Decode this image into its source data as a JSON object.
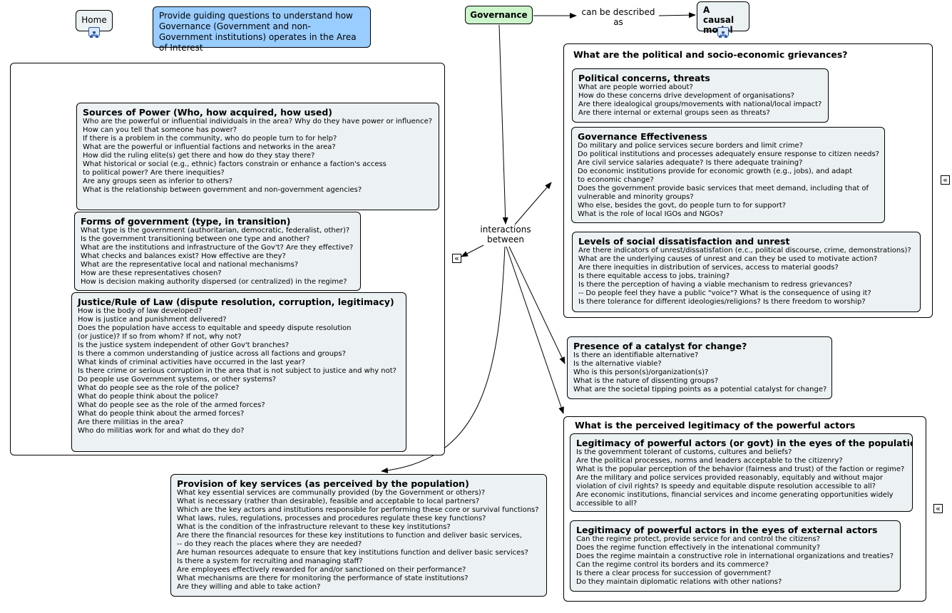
{
  "concepts": {
    "home": "Home",
    "intro": "Provide guiding questions to understand how Governance (Government and non-Government institutions) operates in the Area of Interest",
    "governance": "Governance",
    "causal_model": "A causal model"
  },
  "link_labels": {
    "described_as": "can be described as",
    "interactions_between": "interactions between"
  },
  "icons": {
    "submap": "submap-icon",
    "collapse": "collapse-icon",
    "collapse_glyph": "«"
  },
  "colors": {
    "governance_fill": "#ccf5cc",
    "intro_fill": "#99ccff",
    "node_fill": "#ecf1f3"
  },
  "groups": {
    "grievances_title": "What are the political and socio-economic grievances?",
    "legitimacy_title": "What is the perceived legitimacy of the powerful actors"
  },
  "nodes": {
    "sources": {
      "title": "Sources of Power (Who, how acquired, how used)",
      "lines": [
        "Who are the powerful or influential individuals in the area? Why do they have power or influence?",
        "How can you tell that someone has power?",
        "If there is a problem in the community, who do people turn to for help?",
        "What are the powerful or influential factions and networks in the area?",
        "How did the ruling elite(s) get there and how do they stay there?",
        "What historical or social (e.g., ethnic) factors constrain or enhance a faction's access",
        "to political power?  Are there inequities?",
        "Are any groups seen as inferior to others?",
        "What is the relationship between government and non-government agencies?"
      ]
    },
    "forms": {
      "title": "Forms of government (type, in transition)",
      "lines": [
        "What type is the government (authoritarian, democratic, federalist, other)?",
        "Is the government transitioning between one type and another?",
        "What are the institutions and infrastructure of the Gov't? Are they effective?",
        "What checks and balances exist? How effective are they?",
        "What are the representative local and national mechanisms?",
        "How are these representatives chosen?",
        "How is decision making authority dispersed (or centralized) in the regime?"
      ]
    },
    "justice": {
      "title": "Justice/Rule of Law (dispute resolution, corruption, legitimacy)",
      "lines": [
        "How is the body of law developed?",
        "How is justice and punishment delivered?",
        "Does the population have access to equitable and speedy dispute resolution",
        " (or justice)? If so from whom? If  not, why not?",
        "Is the justice system independent of other Gov't branches?",
        "Is there a common understanding of justice across all factions and groups?",
        "What kinds of criminal activities have occurred in the last year?",
        "Is there crime or serious corruption in the area that is not subject to justice and why not?",
        "Do people use Government systems, or other systems?",
        "What do people see as the role of the police?",
        "What do people think about the police?",
        "What do people see as the role of the armed forces?",
        "What do people think about the armed forces?",
        "Are there militias in the area?",
        "Who do militias work for and what do they do?"
      ]
    },
    "services": {
      "title": "Provision of key services (as perceived by the population)",
      "lines": [
        "What key essential services are communally provided (by the Government or others)?",
        "What is necessary (rather than desirable), feasible and acceptable to local partners?",
        "Which are the key actors and institutions responsible for performing these core or survival functions?",
        "What laws, rules, regulations, processes and procedures regulate these key functions?",
        "What is the condition of the infrastructure relevant to these key institutions?",
        "Are there the financial resources for these key institutions to function and deliver basic services,",
        "-- do they reach the places where they are needed?",
        "Are human resources adequate to ensure that key institutions function and deliver basic services?",
        "Is there a system for recruiting and managing staff?",
        "Are employees effectively rewarded for and/or sanctioned on their performance?",
        "What mechanisms are there for monitoring the performance of state institutions?",
        "Are they willing and able to take action?"
      ]
    },
    "political": {
      "title": "Political concerns, threats",
      "lines": [
        "What are people worried about?",
        "How do these concerns drive development of organisations?",
        "Are there idealogical groups/movements with national/local impact?",
        "Are there internal or external groups seen as threats?"
      ]
    },
    "effectiveness": {
      "title": "Governance Effectiveness",
      "lines": [
        "Do military and police services secure borders and limit crime?",
        "Do political institutions and processes adequately ensure response to citizen needs?",
        "Are civil service salaries adequate?  Is there adequate training?",
        "Do economic institutions provide for economic growth (e.g., jobs), and adapt",
        "to economic change?",
        "Does the government provide basic services that meet demand, including that of",
        "vulnerable and minority groups?",
        "Who else, besides the govt, do people turn to for support?",
        "What is the role of local IGOs and NGOs?"
      ]
    },
    "dissatisfaction": {
      "title": "Levels of social dissatisfaction and unrest",
      "lines": [
        "Are there indicators of unrest/dissatisfation (e.c., political discourse, crime, demonstrations)?",
        "What are the underlying causes of unrest and can they be used to motivate action?",
        "Are there inequities in distribution of services, access to material goods?",
        "Is there equitable access to jobs, training?",
        "Is there the perception of having a viable mechanism to redress grievances?",
        " -- Do people feel they have a public \"voice\"?  What is the consequence of using it?",
        "Is there tolerance for different ideologies/religions? Is there freedom to worship?"
      ]
    },
    "catalyst": {
      "title": "Presence of a catalyst for change?",
      "lines": [
        "Is there an identifiable alternative?",
        "Is the alternative viable?",
        "Who is this person(s)/organization(s)?",
        "What is the nature of dissenting groups?",
        "What are the societal tipping points as a potential catalyst for change?"
      ]
    },
    "legit_population": {
      "title": "Legitimacy of powerful actors (or govt) in the eyes of the population",
      "lines": [
        "Is the government tolerant of customs, cultures and beliefs?",
        "Are the political processes, norms and leaders acceptable to the citizenry?",
        "What is the popular perception of the behavior (fairness and trust) of the faction or regime?",
        "Are the military and police services provided reasonably, equitably and without major",
        "violation of civil rights? Is speedy and equitable dispute resolution accessible to all?",
        "Are economic institutions, financial services and income generating opportunities widely",
        "accessible to all?"
      ]
    },
    "legit_external": {
      "title": "Legitimacy of powerful actors in the eyes of external actors",
      "lines": [
        "Can the regime protect, provide service for and control the citizens?",
        "Does the regime function effectively in the intenational community?",
        "Does the regime maintain a constructive role in international organizations and treaties?",
        "Can the regime control its borders and its commerce?",
        "Is there a clear process for succession of government?",
        "Do they maintain diplomatic relations with other nations?"
      ]
    }
  }
}
